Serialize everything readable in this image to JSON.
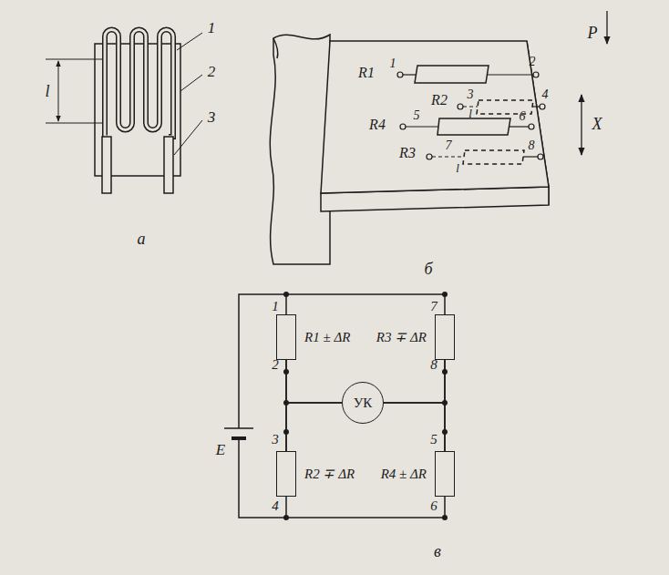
{
  "diagram": {
    "nodes": [
      {
        "text": [
          "R1 ± ΔR"
        ]
      },
      {
        "text": [
          "R3 ∓ ΔR"
        ]
      },
      {
        "text": [
          "УК"
        ]
      },
      {
        "text": [
          "R2 ∓ ΔR"
        ]
      },
      {
        "text": [
          "R4 ± ΔR"
        ]
      }
    ],
    "edges": [
      {
        "from": 0,
        "to": 3,
        "arrow": "none"
      },
      {
        "from": 1,
        "to": 4,
        "arrow": "none"
      },
      {
        "from": 0,
        "to": 1,
        "arrow": "none"
      },
      {
        "from": 3,
        "to": 4,
        "arrow": "none"
      },
      {
        "from": 2,
        "to": 0,
        "arrow": "none"
      },
      {
        "from": 2,
        "to": 3,
        "arrow": "none"
      },
      {
        "from": 2,
        "to": 1,
        "arrow": "none"
      },
      {
        "from": 2,
        "to": 4,
        "arrow": "none"
      }
    ],
    "labels": [
      "1",
      "2",
      "3",
      "l",
      "а",
      "R1",
      "1",
      "2",
      "R2",
      "3",
      "l",
      "4",
      "R4",
      "5",
      "6",
      "R3",
      "7",
      "l",
      "8",
      "P",
      "X",
      "б",
      "1",
      "2",
      "3",
      "4",
      "7",
      "8",
      "5",
      "6",
      "E",
      "в"
    ]
  }
}
